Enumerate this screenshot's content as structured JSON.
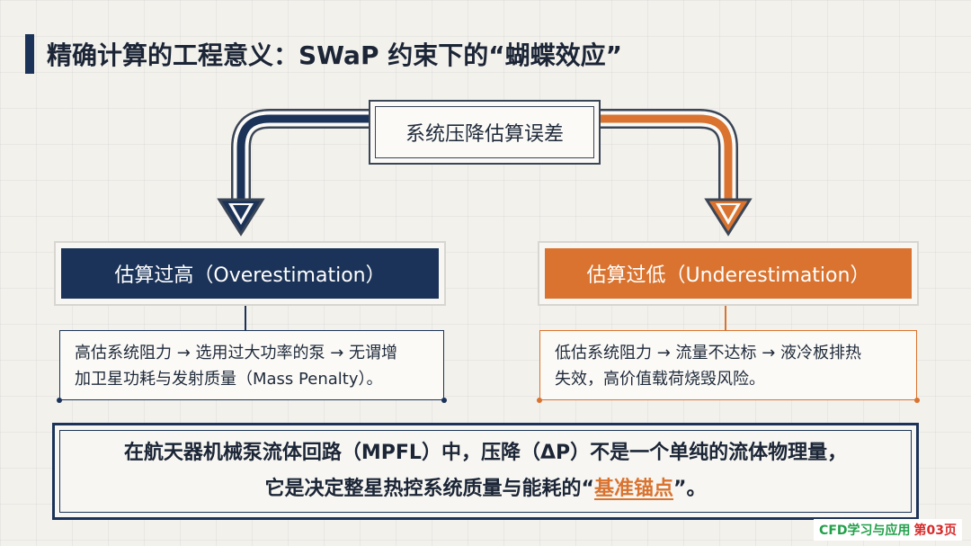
{
  "title": "精确计算的工程意义：SWaP 约束下的“蝴蝶效应”",
  "center": {
    "label": "系统压降估算误差"
  },
  "left": {
    "heading": "估算过高（Overestimation）",
    "line1": "高估系统阻力 → 选用过大功率的泵 → 无谓增",
    "line2": "加卫星功耗与发射质量（Mass Penalty）。",
    "color": "#1b3358"
  },
  "right": {
    "heading": "估算过低（Underestimation）",
    "line1": "低估系统阻力 → 流量不达标 → 液冷板排热",
    "line2": "失效，高价值载荷烧毁风险。",
    "color": "#d9732f"
  },
  "conclusion": {
    "line1": "在航天器机械泵流体回路（MPFL）中，压降（ΔP）不是一个单纯的流体物理量，",
    "line2_prefix": "它是决定整星热控系统质量与能耗的“",
    "line2_highlight": "基准锚点",
    "line2_suffix": "”。"
  },
  "footer": {
    "brand": "CFD学习与应用",
    "page": "第03页"
  }
}
